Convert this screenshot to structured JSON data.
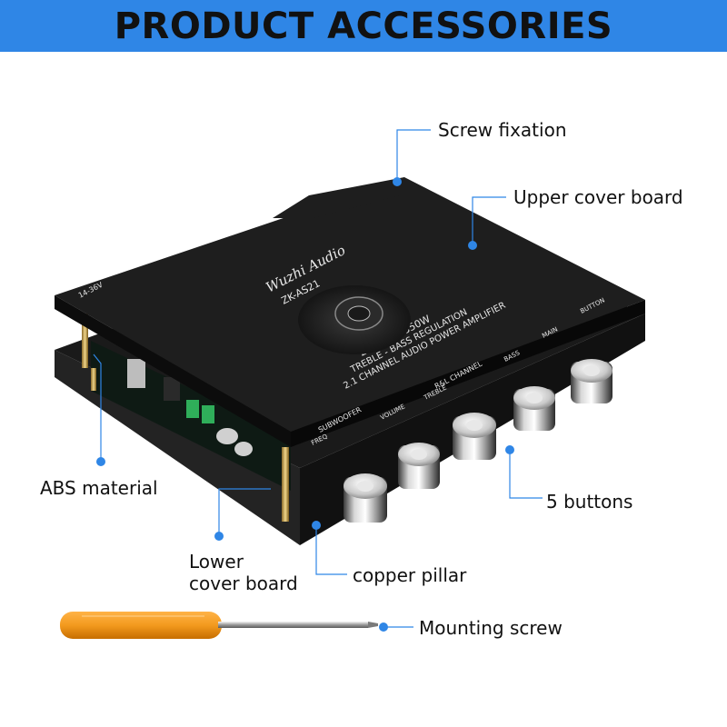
{
  "header": {
    "title": "PRODUCT ACCESSORIES",
    "background_color": "#2f86e6"
  },
  "callouts": {
    "screw_fixation": "Screw fixation",
    "upper_cover_board": "Upper cover board",
    "abs_material": "ABS material",
    "five_buttons": "5 buttons",
    "lower_cover_board_line1": "Lower",
    "lower_cover_board_line2": "cover board",
    "copper_pillar": "copper pillar",
    "mounting_screw": "Mounting screw",
    "callout_color": "#2f86e6"
  },
  "board_print": {
    "brand": "Wuzhi Audio",
    "model": "ZK-AS21",
    "power": "220W*2+350W",
    "line1": "TREBLE - BASS REGULATION",
    "line2": "2.1 CHANNEL AUDIO POWER AMPLIFIER",
    "rl_channel": "R&L CHANNEL",
    "treble": "TREBLE",
    "bass": "BASS",
    "subwoofer": "SUBWOOFER",
    "freq": "FREQ",
    "volume": "VOLUME",
    "main": "MAIN",
    "button": "BUTTON",
    "voltage": "14-36V"
  }
}
